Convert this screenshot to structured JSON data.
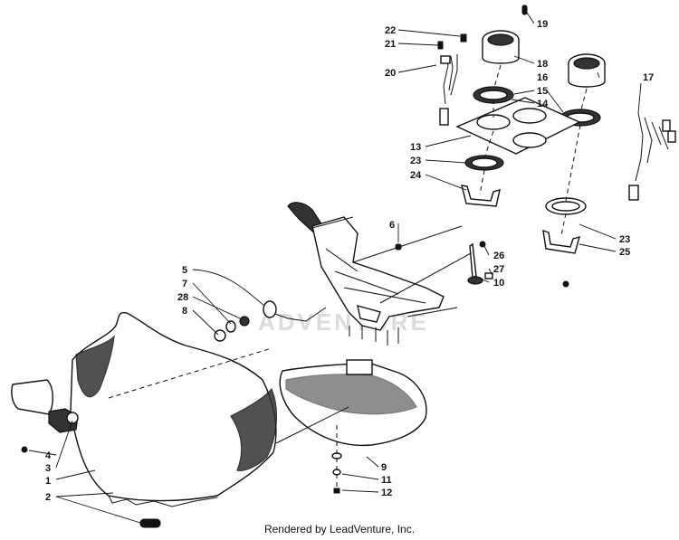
{
  "footer": {
    "text": "Rendered by LeadVenture, Inc."
  },
  "watermark": {
    "text": "ADVENTURE"
  },
  "callouts": [
    "1",
    "2",
    "3",
    "4",
    "5",
    "6",
    "7",
    "8",
    "9",
    "10",
    "11",
    "12",
    "13",
    "14",
    "15",
    "16",
    "17",
    "18",
    "19",
    "20",
    "21",
    "22",
    "23",
    "23",
    "24",
    "25",
    "26",
    "27",
    "28"
  ]
}
